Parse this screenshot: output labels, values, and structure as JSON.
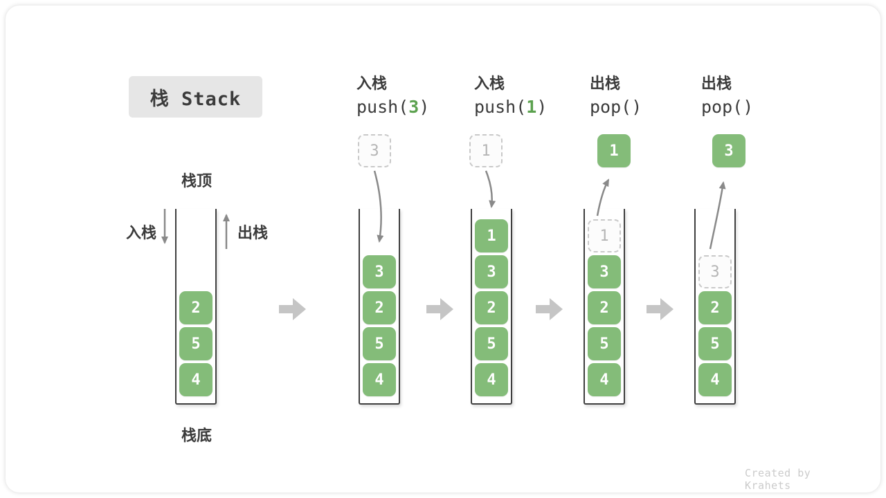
{
  "title": {
    "text": "栈 Stack"
  },
  "side_labels": {
    "push": "入栈",
    "pop": "出栈",
    "top": "栈顶",
    "bottom": "栈底"
  },
  "operations": [
    {
      "action": "入栈",
      "code_pre": "push(",
      "code_arg": "3",
      "code_post": ")"
    },
    {
      "action": "入栈",
      "code_pre": "push(",
      "code_arg": "1",
      "code_post": ")"
    },
    {
      "action": "出栈",
      "code_pre": "pop(",
      "code_arg": "",
      "code_post": ")"
    },
    {
      "action": "出栈",
      "code_pre": "pop(",
      "code_arg": "",
      "code_post": ")"
    }
  ],
  "stacks": [
    {
      "blocks": [
        "2",
        "5",
        "4"
      ]
    },
    {
      "floating": "3",
      "floating_style": "dashed",
      "blocks": [
        "3",
        "2",
        "5",
        "4"
      ]
    },
    {
      "floating": "1",
      "floating_style": "dashed",
      "blocks": [
        "1",
        "3",
        "2",
        "5",
        "4"
      ]
    },
    {
      "floating": "1",
      "floating_style": "solid",
      "ghost": "1",
      "blocks": [
        "3",
        "2",
        "5",
        "4"
      ]
    },
    {
      "floating": "3",
      "floating_style": "solid",
      "ghost": "3",
      "blocks": [
        "2",
        "5",
        "4"
      ]
    }
  ],
  "watermark": "Created by Krahets",
  "colors": {
    "block_green": "#84bc79",
    "code_arg_green": "#5ba14e",
    "container_border": "#3f3f3f",
    "ghost_gray": "#c9c9c9",
    "transition_arrow_gray": "#c5c5c5",
    "curved_arrow_gray": "#898989",
    "title_bg": "#e6e6e6",
    "text_dark": "#3b3b3b",
    "watermark_gray": "#cbcbcb"
  }
}
